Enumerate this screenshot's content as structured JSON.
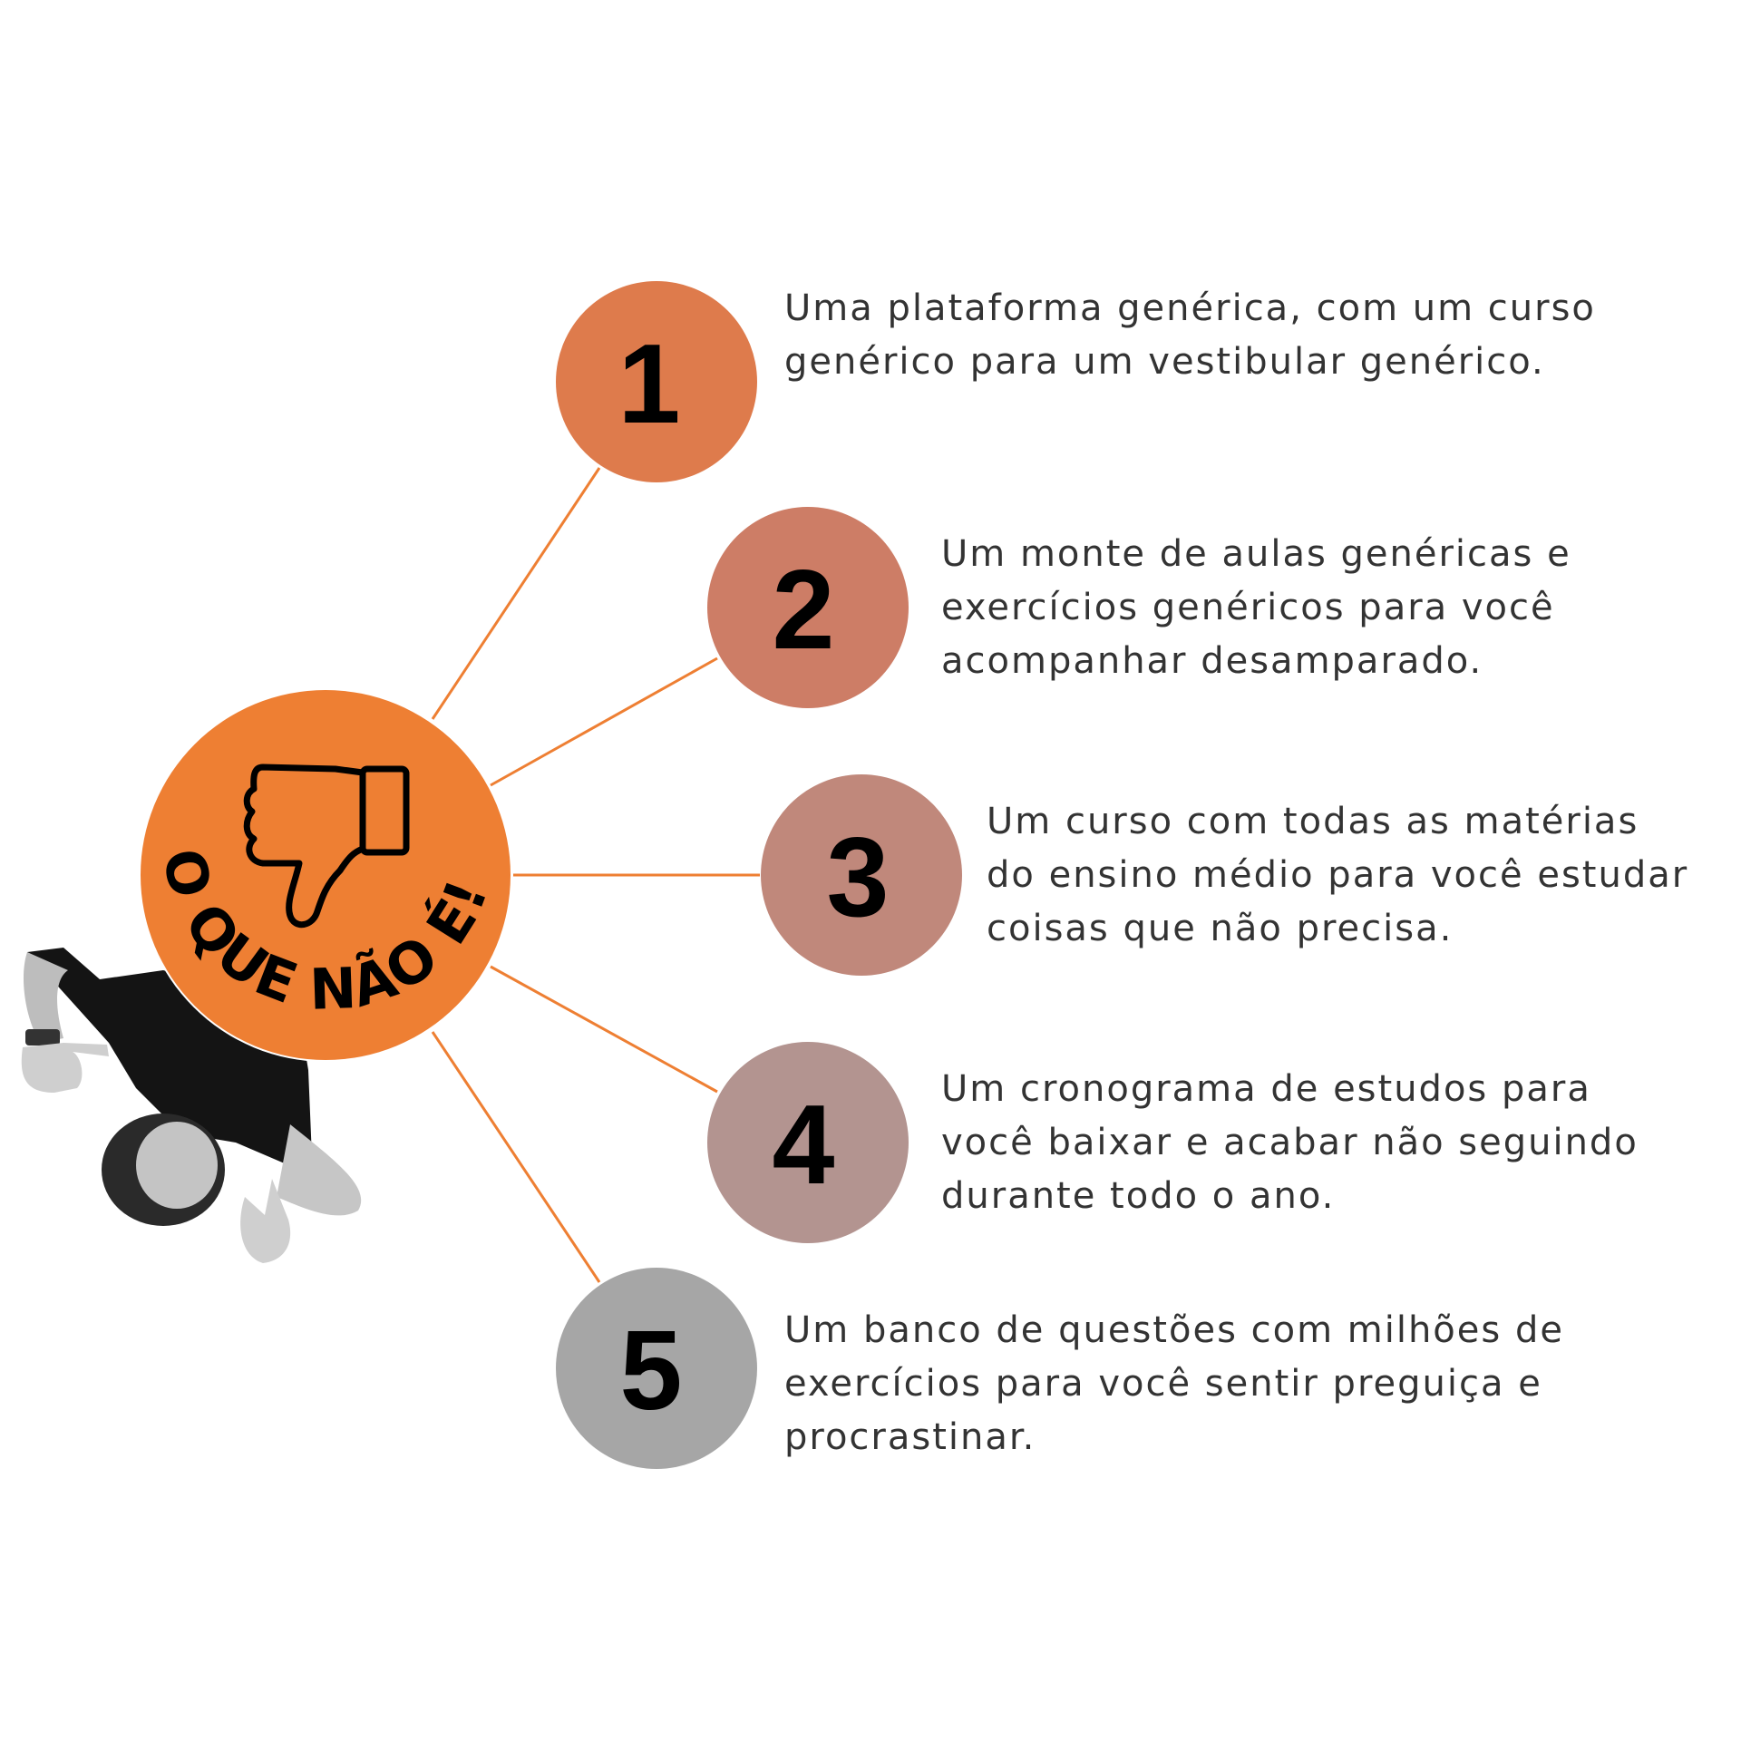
{
  "badge": {
    "title": "O QUE NÃO É!",
    "icon": "thumbs-down-icon",
    "color": "#EE7F33"
  },
  "items": [
    {
      "number": "1",
      "color": "#DE7B4C",
      "lines": [
        "Uma plataforma genérica, com um curso",
        "genérico para um vestibular genérico."
      ]
    },
    {
      "number": "2",
      "color": "#CD7D66",
      "lines": [
        "Um monte de aulas genéricas e",
        "exercícios genéricos para você",
        "acompanhar desamparado."
      ]
    },
    {
      "number": "3",
      "color": "#C0887B",
      "lines": [
        "Um curso com todas as matérias",
        "do ensino médio para você estudar",
        "coisas que não precisa."
      ]
    },
    {
      "number": "4",
      "color": "#B39490",
      "lines": [
        "Um cronograma de estudos para",
        "você baixar e acabar não seguindo",
        "durante todo o ano."
      ]
    },
    {
      "number": "5",
      "color": "#A6A6A6",
      "lines": [
        "Um banco de questões com milhões de",
        "exercícios para você sentir preguiça e",
        "procrastinar."
      ]
    }
  ],
  "line_color": "#EE7F33"
}
